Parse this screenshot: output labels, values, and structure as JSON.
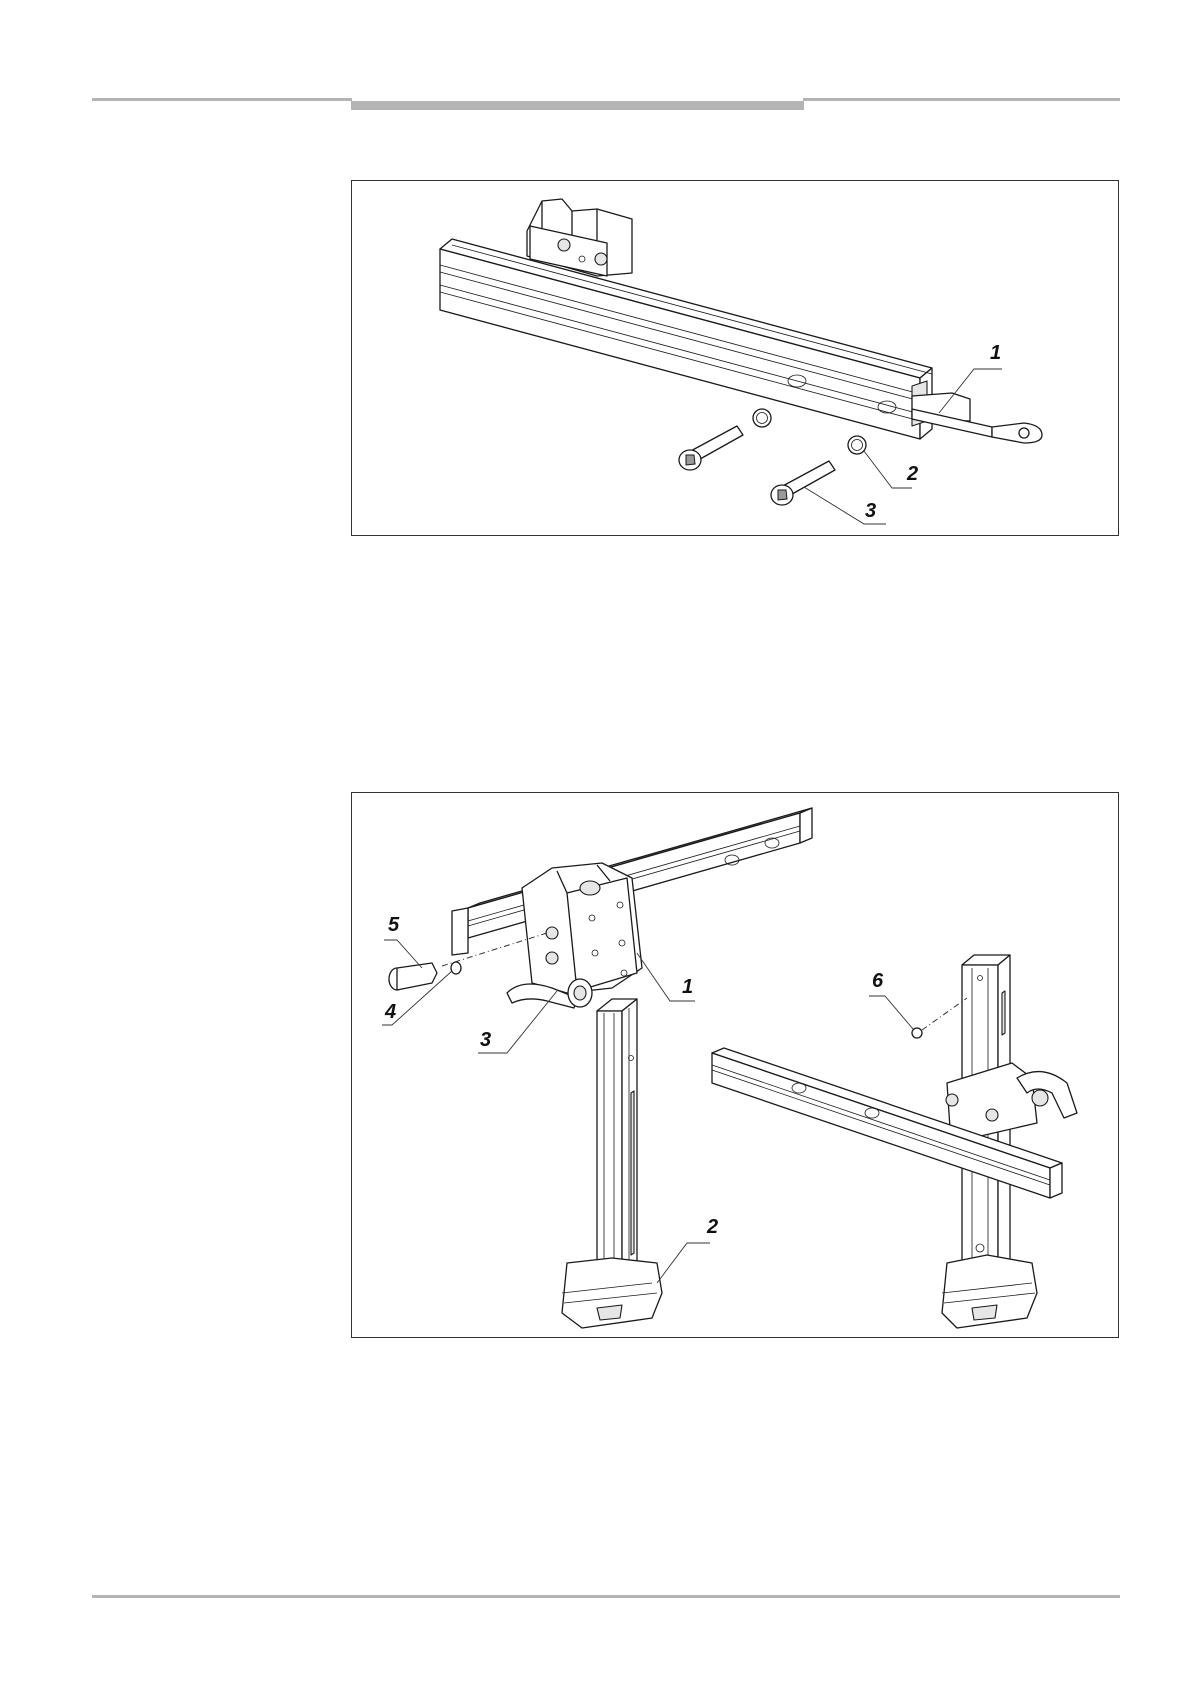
{
  "figures": [
    {
      "id": "figure-1",
      "callouts": [
        "1",
        "2",
        "3"
      ]
    },
    {
      "id": "figure-2",
      "callouts": [
        "1",
        "2",
        "3",
        "4",
        "5",
        "6"
      ]
    }
  ]
}
